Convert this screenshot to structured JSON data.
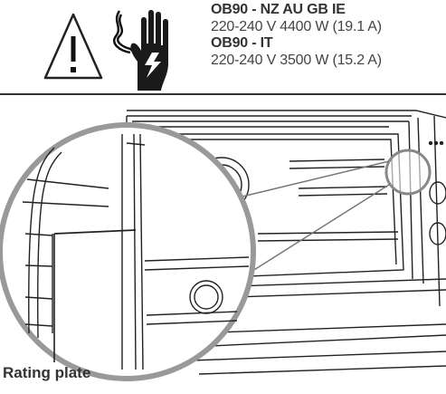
{
  "spec": {
    "model1": "OB90 - NZ AU GB IE",
    "rating1": "220-240 V  4400 W  (19.1 A)",
    "model2": "OB90 - IT",
    "rating2": "220-240 V  3500 W  (15.2 A)"
  },
  "icons": [
    "warning-triangle-icon",
    "electric-shock-hand-icon"
  ],
  "caption": "Rating plate"
}
